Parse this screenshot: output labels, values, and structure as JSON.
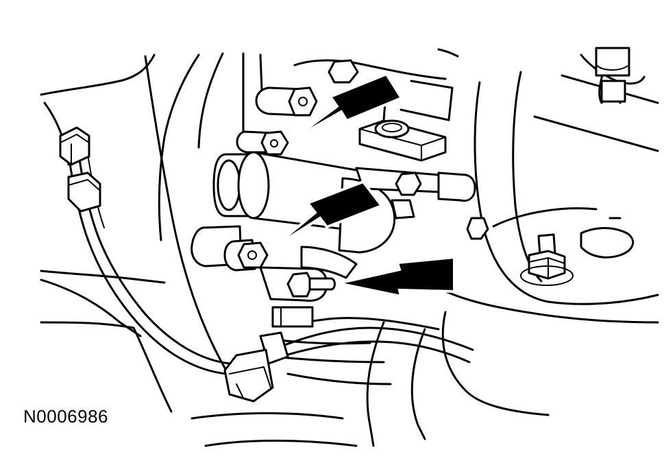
{
  "figure": {
    "id_label": "N0006986"
  },
  "callouts": [
    {
      "name": "upper-bolt-arrow"
    },
    {
      "name": "middle-nut-arrow"
    },
    {
      "name": "lower-stud-arrow"
    }
  ],
  "colors": {
    "line": "#000000",
    "background": "#ffffff"
  }
}
